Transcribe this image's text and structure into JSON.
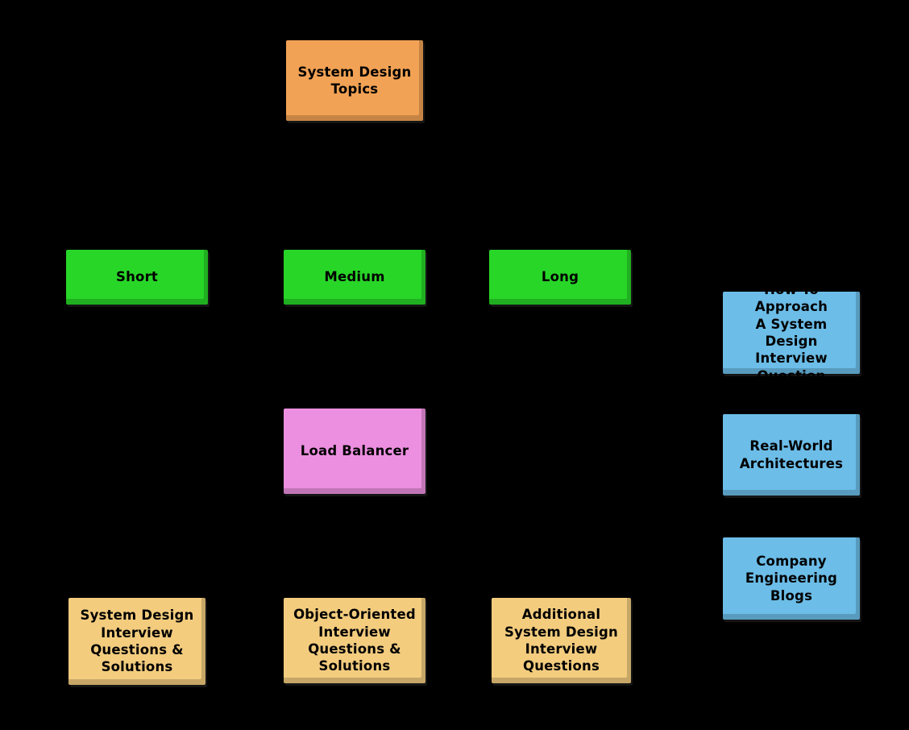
{
  "diagram": {
    "title": "System Design Topics",
    "background_color": "#000000",
    "text_color": "#000000",
    "colors": {
      "root": "#F2A254",
      "duration": "#28D628",
      "reference": "#6CBDE8",
      "component": "#EC8FE0",
      "questions": "#F3CC7E"
    },
    "nodes": {
      "root": {
        "label": "System Design\nTopics"
      },
      "short": {
        "label": "Short"
      },
      "medium": {
        "label": "Medium"
      },
      "long": {
        "label": "Long"
      },
      "approach": {
        "label": "How To Approach\nA System Design\nInterview\nQuestion"
      },
      "load_balancer": {
        "label": "Load Balancer"
      },
      "real_world": {
        "label": "Real-World\nArchitectures"
      },
      "company_blogs": {
        "label": "Company\nEngineering\nBlogs"
      },
      "sd_questions": {
        "label": "System Design\nInterview\nQuestions &\nSolutions"
      },
      "oo_questions": {
        "label": "Object-Oriented\nInterview\nQuestions &\nSolutions"
      },
      "additional_questions": {
        "label": "Additional\nSystem Design\nInterview\nQuestions"
      }
    }
  }
}
